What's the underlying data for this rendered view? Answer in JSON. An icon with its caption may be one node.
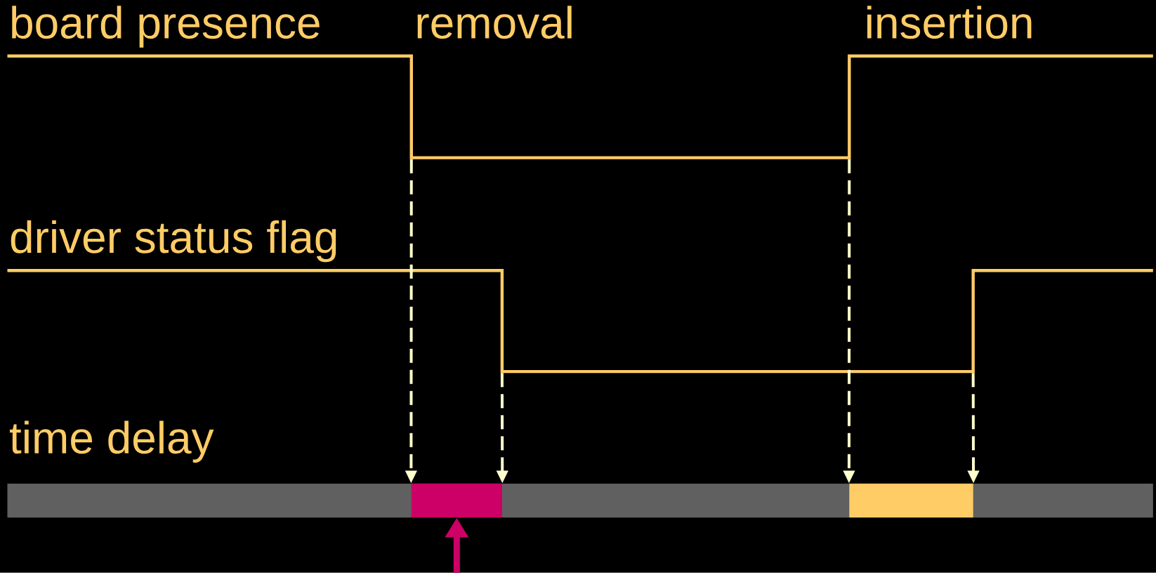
{
  "diagram": {
    "nodes": [
      {
        "text": [],
        "shape": "bar"
      },
      {
        "text": [],
        "shape": "bar"
      }
    ],
    "edges": [
      {
        "from": null,
        "to": 0,
        "arrow": "to",
        "style": "dashed"
      },
      {
        "from": null,
        "to": 0,
        "arrow": "to",
        "style": "dashed"
      },
      {
        "from": null,
        "to": 1,
        "arrow": "to",
        "style": "dashed"
      },
      {
        "from": null,
        "to": 1,
        "arrow": "to",
        "style": "dashed"
      },
      {
        "from": null,
        "to": 0,
        "arrow": "to",
        "style": "thick",
        "color": "#cc0066"
      }
    ],
    "labels": [
      "board presence",
      "removal",
      "insertion",
      "driver status flag",
      "time delay"
    ]
  }
}
